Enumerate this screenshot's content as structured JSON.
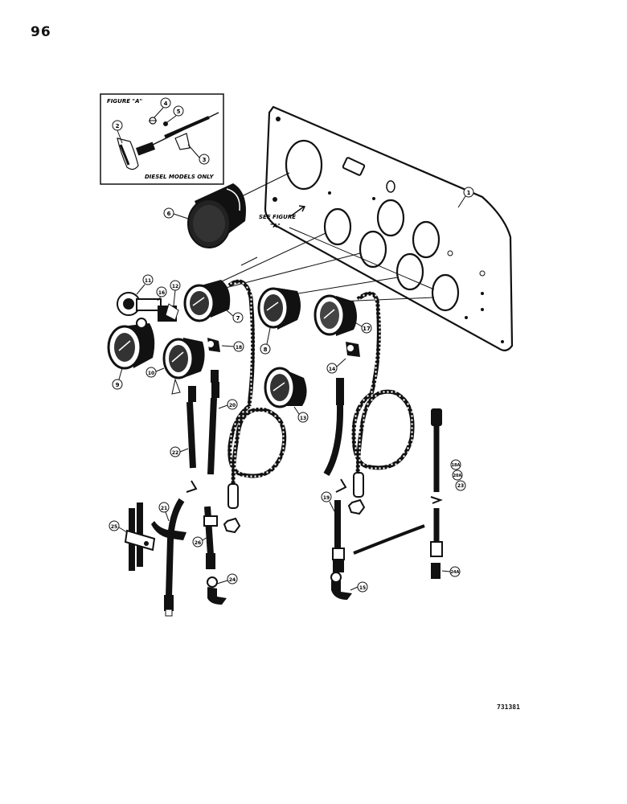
{
  "page": {
    "number": "96",
    "drawing_number": "731381"
  },
  "figure_a": {
    "title": "FIGURE \"A\"",
    "note": "DIESEL MODELS ONLY",
    "callouts": [
      "2",
      "3",
      "4",
      "5"
    ]
  },
  "see_figure": {
    "line1": "SEE FIGURE",
    "line2": "\"A\""
  },
  "callouts": {
    "c1": "1",
    "c6": "6",
    "c7": "7",
    "c8": "8",
    "c9": "9",
    "c10": "10",
    "c11": "11",
    "c12": "12",
    "c13": "13",
    "c14": "14",
    "c15": "15",
    "c16": "16",
    "c17": "17",
    "c18": "18",
    "c19": "19",
    "c20": "20",
    "c21": "21",
    "c22": "22",
    "c23": "23",
    "c24": "24",
    "c25": "25",
    "c26": "26",
    "c18a": "18A",
    "c20a": "20A",
    "c24a": "24A"
  },
  "colors": {
    "ink": "#111111",
    "paper": "#ffffff"
  }
}
